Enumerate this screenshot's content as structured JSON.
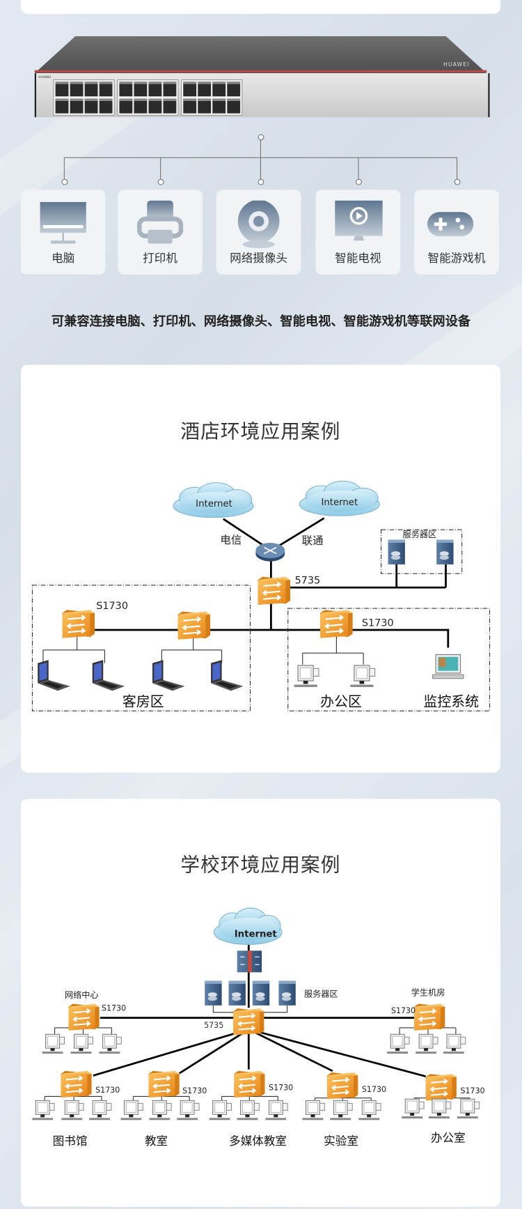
{
  "switch_product": {
    "brand": "HUAWEI"
  },
  "devices": [
    {
      "label": "电脑",
      "icon": "monitor-icon"
    },
    {
      "label": "打印机",
      "icon": "printer-icon"
    },
    {
      "label": "网络摄像头",
      "icon": "webcam-icon"
    },
    {
      "label": "智能电视",
      "icon": "smart-tv-icon"
    },
    {
      "label": "智能游戏机",
      "icon": "gamepad-icon"
    }
  ],
  "caption": "可兼容连接电脑、打印机、网络摄像头、智能电视、智能游戏机等联网设备",
  "hotel": {
    "title": "酒店环境应用案例",
    "internet_1": "Internet",
    "internet_2": "Internet",
    "isp_1": "电信",
    "isp_2": "联通",
    "core_switch": "5735",
    "server_zone": "服务器区",
    "access_switch_1": "S1730",
    "access_switch_2": "S1730",
    "zones": [
      "客房区",
      "办公区",
      "监控系统"
    ]
  },
  "school": {
    "title": "学校环境应用案例",
    "internet": "Internet",
    "server_zone": "服务器区",
    "core_switch": "5735",
    "network_center": "网络中心",
    "student_lab": "学生机房",
    "access_switch": "S1730",
    "branches": [
      "图书馆",
      "教室",
      "多媒体教室",
      "实验室",
      "办公室"
    ]
  },
  "colors": {
    "switch_orange": "#f0a030",
    "card": "#ffffff",
    "background": "#dfe6ee",
    "icon_gradient_top": "#5f7690",
    "icon_gradient_bottom": "#c2ccd6"
  }
}
